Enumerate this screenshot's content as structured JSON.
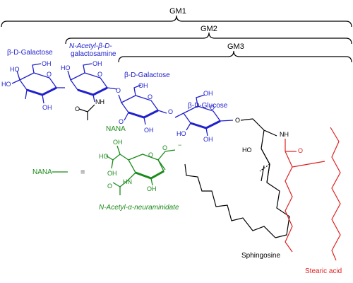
{
  "brackets": {
    "gm1": "GM1",
    "gm2": "GM2",
    "gm3": "GM3"
  },
  "sugars": {
    "galactose_terminal": "β-D-Galactose",
    "galnac_line1": "N-Acetyl-β-D-",
    "galnac_line2": "galactosamine",
    "galactose_inner": "β-D-Galactose",
    "glucose": "β-D-Glucose"
  },
  "nana": {
    "attach_label": "NANA",
    "equation_label": "NANA",
    "equals": "=",
    "name": "N-Acetyl-α-neuraminidate"
  },
  "lipid": {
    "sphingosine": "Sphingosine",
    "stearic_acid": "Stearic acid",
    "nh": "NH",
    "ho": "HO",
    "o": "O"
  },
  "atoms": {
    "oh": "OH",
    "o": "O",
    "ho": "HO",
    "hn": "HN",
    "nh": "NH",
    "coo": "O",
    "minus": "−"
  },
  "colors": {
    "sugar": "#2020cc",
    "nana": "#1a8a1a",
    "stearic": "#e02020",
    "sphingosine": "#000000"
  }
}
